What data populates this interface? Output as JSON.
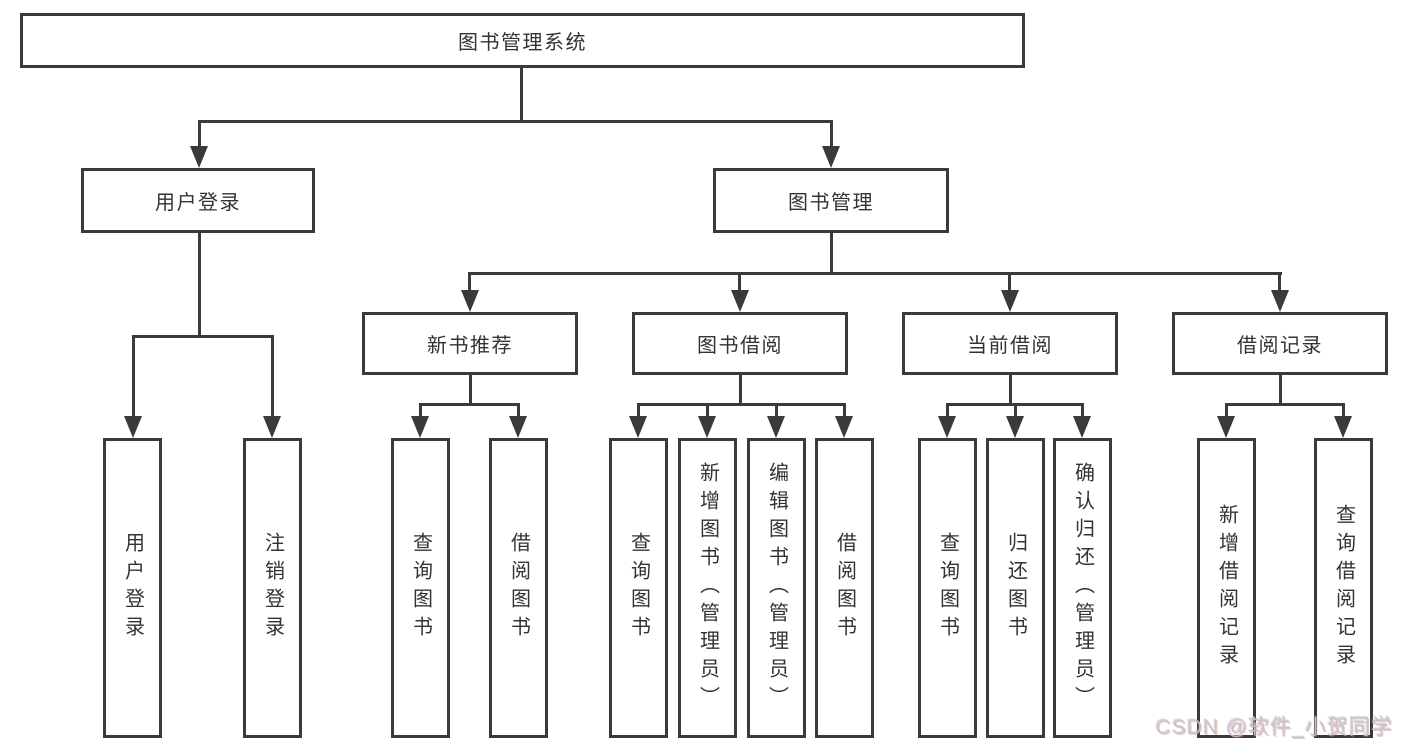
{
  "tree": {
    "root": {
      "label": "图书管理系统",
      "children": [
        {
          "label": "用户登录",
          "children": [
            {
              "label": "用户登录"
            },
            {
              "label": "注销登录"
            }
          ]
        },
        {
          "label": "图书管理",
          "children": [
            {
              "label": "新书推荐",
              "children": [
                {
                  "label": "查询图书"
                },
                {
                  "label": "借阅图书"
                }
              ]
            },
            {
              "label": "图书借阅",
              "children": [
                {
                  "label": "查询图书"
                },
                {
                  "label": "新增图书（管理员）"
                },
                {
                  "label": "编辑图书（管理员）"
                },
                {
                  "label": "借阅图书"
                }
              ]
            },
            {
              "label": "当前借阅",
              "children": [
                {
                  "label": "查询图书"
                },
                {
                  "label": "归还图书"
                },
                {
                  "label": "确认归还（管理员）"
                }
              ]
            },
            {
              "label": "借阅记录",
              "children": [
                {
                  "label": "新增借阅记录"
                },
                {
                  "label": "查询借阅记录"
                }
              ]
            }
          ]
        }
      ]
    }
  },
  "watermark": {
    "text": "CSDN @软件_小贺同学"
  },
  "colors": {
    "line": "#3a3a3a",
    "text": "#333333",
    "background": "#ffffff",
    "watermark": "#c6c6c6"
  }
}
